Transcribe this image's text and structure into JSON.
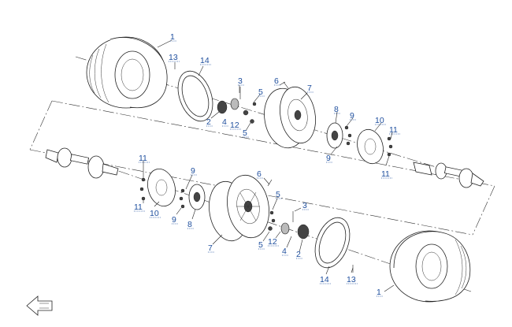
{
  "diagram": {
    "callouts": [
      {
        "id": "c1a",
        "text": "1"
      },
      {
        "id": "c13a",
        "text": "13"
      },
      {
        "id": "c14a",
        "text": "14"
      },
      {
        "id": "c3a",
        "text": "3"
      },
      {
        "id": "c6a",
        "text": "6"
      },
      {
        "id": "c7a",
        "text": "7"
      },
      {
        "id": "c5a",
        "text": "5"
      },
      {
        "id": "c2a",
        "text": "2"
      },
      {
        "id": "c4a",
        "text": "4"
      },
      {
        "id": "c12a",
        "text": "12"
      },
      {
        "id": "c5b",
        "text": "5"
      },
      {
        "id": "c8a",
        "text": "8"
      },
      {
        "id": "c9a",
        "text": "9"
      },
      {
        "id": "c9b",
        "text": "9"
      },
      {
        "id": "c10a",
        "text": "10"
      },
      {
        "id": "c11a",
        "text": "11"
      },
      {
        "id": "c11b",
        "text": "11"
      },
      {
        "id": "c11c",
        "text": "11"
      },
      {
        "id": "c11d",
        "text": "11"
      },
      {
        "id": "c10b",
        "text": "10"
      },
      {
        "id": "c9c",
        "text": "9"
      },
      {
        "id": "c9d",
        "text": "9"
      },
      {
        "id": "c8b",
        "text": "8"
      },
      {
        "id": "c6b",
        "text": "6"
      },
      {
        "id": "c5c",
        "text": "5"
      },
      {
        "id": "c3b",
        "text": "3"
      },
      {
        "id": "c7b",
        "text": "7"
      },
      {
        "id": "c5d",
        "text": "5"
      },
      {
        "id": "c12b",
        "text": "12"
      },
      {
        "id": "c4b",
        "text": "4"
      },
      {
        "id": "c2b",
        "text": "2"
      },
      {
        "id": "c14b",
        "text": "14"
      },
      {
        "id": "c13b",
        "text": "13"
      },
      {
        "id": "c1b",
        "text": "1"
      }
    ],
    "colors": {
      "callout": "#1f4f9e",
      "line": "#222222"
    },
    "icons": [
      "front-direction-arrow-icon"
    ]
  }
}
